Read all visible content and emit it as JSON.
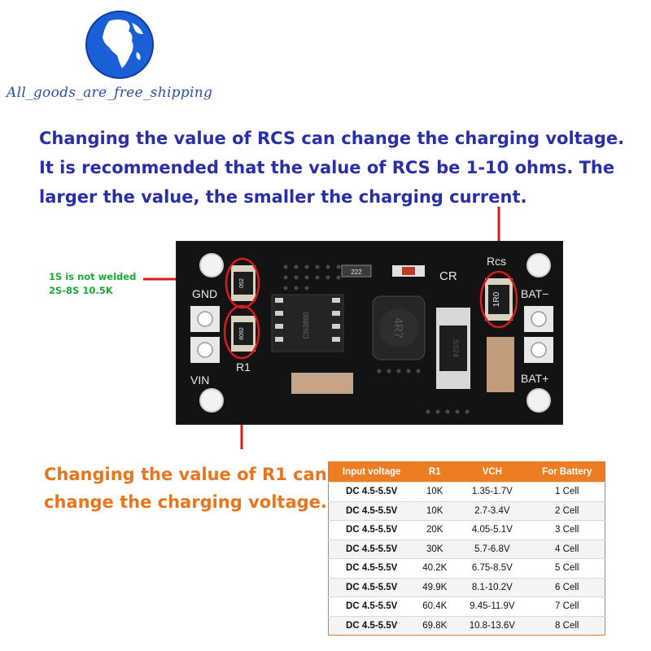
{
  "brand": {
    "name": "All_goods_are_free_shipping"
  },
  "notes": {
    "rcs": "Changing the value of RCS can change the charging voltage. It is recommended that the value of RCS be 1-10 ohms. The larger the value, the smaller the charging current.",
    "welded_line1": "1S is not welded",
    "welded_line2": "2S-8S 10.5K",
    "r1_line1": "Changing the value of R1 can",
    "r1_line2": "change the charging voltage."
  },
  "board": {
    "labels": {
      "gnd": "GND",
      "vin": "VIN",
      "r1": "R1",
      "cr": "CR",
      "rcs": "Rcs",
      "bat_minus": "BAT−",
      "bat_plus": "BAT+"
    },
    "components": {
      "r_top": "052",
      "r1_code": "6092",
      "rcs_code": "1R0",
      "small_cap": "222",
      "inductor": "4R7",
      "diode": "SS24",
      "ic": "CN3880"
    }
  },
  "table": {
    "headers": [
      "Input voltage",
      "R1",
      "VCH",
      "For Battery"
    ],
    "rows": [
      [
        "DC 4.5-5.5V",
        "10K",
        "1.35-1.7V",
        "1 Cell"
      ],
      [
        "DC 4.5-5.5V",
        "10K",
        "2.7-3.4V",
        "2 Cell"
      ],
      [
        "DC 4.5-5.5V",
        "20K",
        "4.05-5.1V",
        "3 Cell"
      ],
      [
        "DC 4.5-5.5V",
        "30K",
        "5.7-6.8V",
        "4 Cell"
      ],
      [
        "DC 4.5-5.5V",
        "40.2K",
        "6.75-8.5V",
        "5 Cell"
      ],
      [
        "DC 4.5-5.5V",
        "49.9K",
        "8.1-10.2V",
        "6 Cell"
      ],
      [
        "DC 4.5-5.5V",
        "60.4K",
        "9.45-11.9V",
        "7 Cell"
      ],
      [
        "DC 4.5-5.5V",
        "69.8K",
        "10.8-13.6V",
        "8 Cell"
      ]
    ]
  },
  "colors": {
    "note_blue": "#2b2fa6",
    "note_orange": "#e8761e",
    "note_green": "#1ea83a",
    "annotation_red": "#d81c1c",
    "pcb_black": "#141414",
    "table_header": "#ee7c22"
  },
  "icons": {
    "logo": "globe-icon"
  }
}
